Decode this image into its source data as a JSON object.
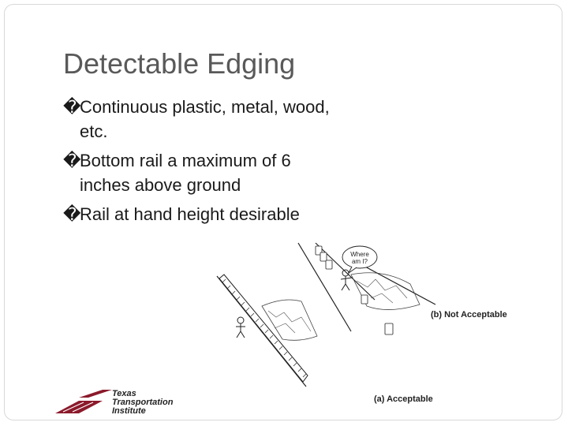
{
  "slide": {
    "title": "Detectable Edging",
    "bullet_marker": "�",
    "bullets": [
      "Continuous plastic, metal, wood, etc.",
      "Bottom rail a maximum of 6 inches above ground",
      "Rail at hand height desirable"
    ]
  },
  "figure": {
    "label_a": "(a) Acceptable",
    "label_b": "(b) Not Acceptable",
    "speech_line1": "Where",
    "speech_line2": "am I?"
  },
  "logo": {
    "line1": "Texas",
    "line2": "Transportation",
    "line3": "Institute",
    "color": "#8b1a2b"
  }
}
